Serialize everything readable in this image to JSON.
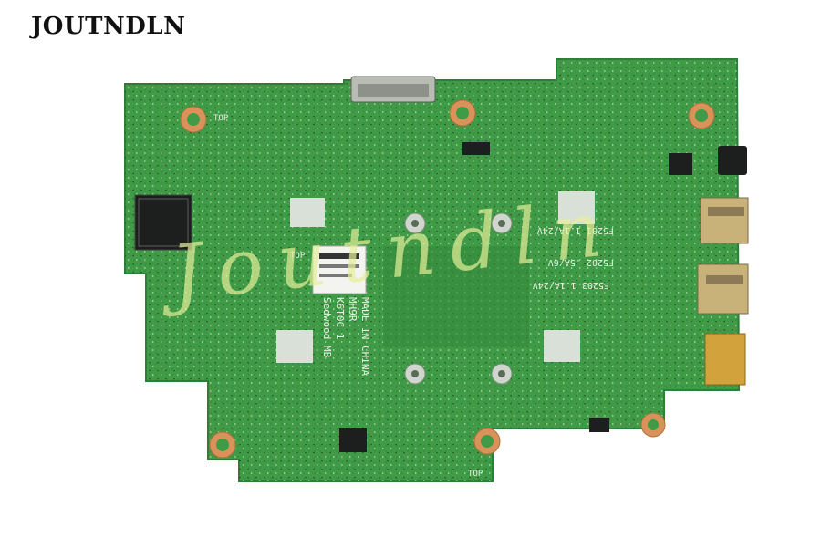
{
  "brand": {
    "name": "JOUTNDLN"
  },
  "board": {
    "colors": {
      "pcb": "#3f9b45",
      "pcb_dark": "#2f7e38",
      "shield_pad": "#d9e0d8",
      "mount_ring": "#d9925a",
      "chip": "#1d1f1e",
      "usb_port": "#c9b27a",
      "hdmi_port": "#d2a23c",
      "watermark": "#e6f09a"
    },
    "silkscreen": {
      "label_line1": "Sedwood MB",
      "label_line2": "K6T0C 1",
      "label_line3": "MH9R",
      "label_line4": "MADE IN CHINA",
      "fuse1": "F5201 1.1A/24V",
      "fuse2": "F5202 .5A/6V",
      "fuse3": "F5203 1.1A/24V",
      "top_marks": [
        "TOP",
        "TOP",
        "TOP"
      ]
    },
    "watermark_text": "Joutndln"
  }
}
